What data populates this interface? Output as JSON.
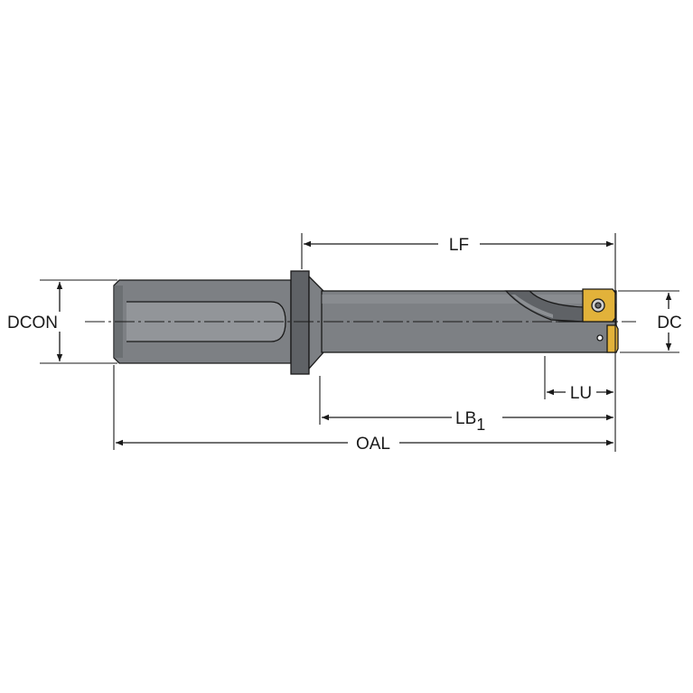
{
  "colors": {
    "body": "#7d8084",
    "body_dark": "#5f6266",
    "body_light": "#a0a3a7",
    "insert": "#e2b23a",
    "line": "#1a1a1a"
  },
  "dimensions": {
    "lf": "LF",
    "dcon": "DCON",
    "dc": "DC",
    "lu": "LU",
    "lb_main": "LB",
    "lb_sub": "1",
    "oal": "OAL"
  }
}
